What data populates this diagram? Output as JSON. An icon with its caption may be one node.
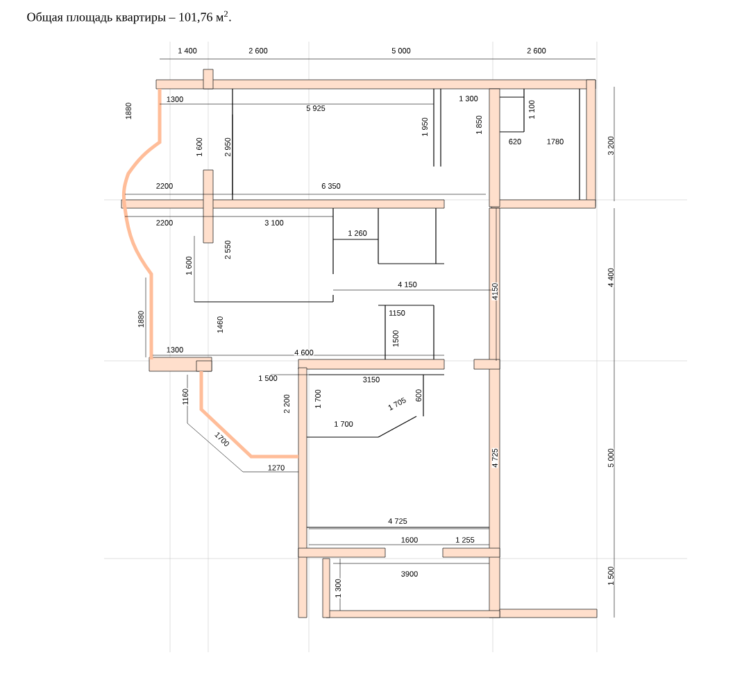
{
  "diagram": {
    "title": "Общая площадь квартиры  – 101,76 м$^{2}$.",
    "labels": [
      "1 400",
      "2 600",
      "5 000",
      "2 600",
      "1880",
      "1300",
      "5 925",
      "1 300",
      "1 100",
      "1 950",
      "1 850",
      "1 600",
      "2 950",
      "3 200",
      "620",
      "1780",
      "2200",
      "6 350",
      "2200",
      "3 100",
      "1 260",
      "1 600",
      "2 550",
      "4 400",
      "4 150",
      "4150",
      "1880",
      "1460",
      "1150",
      "1500",
      "1300",
      "4 600",
      "1 500",
      "3150",
      "1160",
      "1 700",
      "600",
      "2 200",
      "1 705",
      "1 700",
      "1700",
      "1270",
      "4 725",
      "5 000",
      "4 725",
      "1600",
      "1 255",
      "3900",
      "1 300",
      "1 500"
    ]
  }
}
